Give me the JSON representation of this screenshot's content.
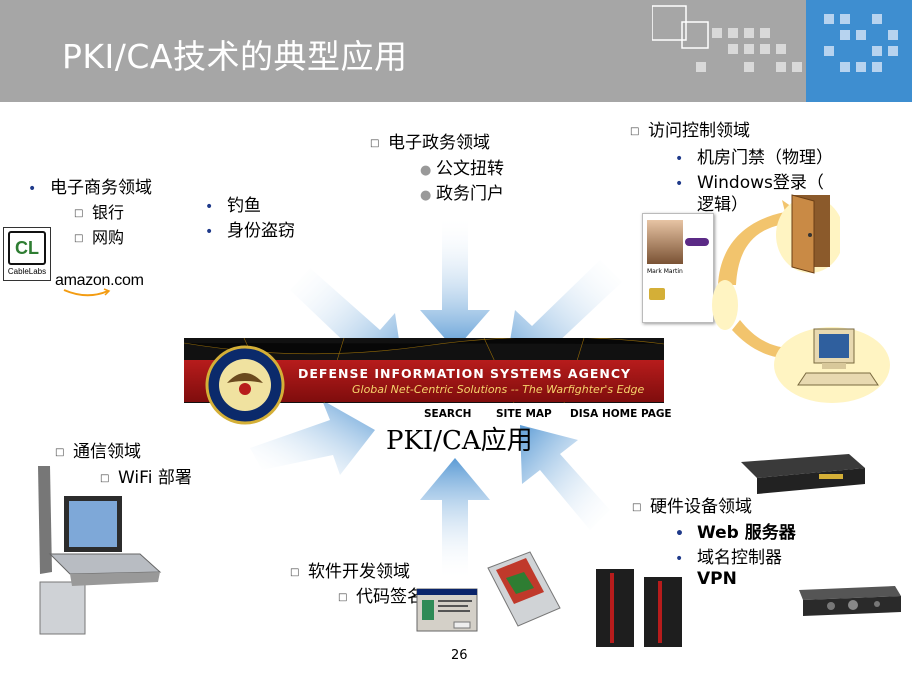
{
  "title": "PKI/CA技术的典型应用",
  "center_label": "PKI/CA应用",
  "page_number": "26",
  "egov": {
    "heading": "电子政务领域",
    "items": [
      "公文扭转",
      "政务门户"
    ]
  },
  "access": {
    "heading": "访问控制领域",
    "items": [
      "机房门禁（物理）",
      "Windows登录（",
      "逻辑）"
    ]
  },
  "ecommerce": {
    "heading": "电子商务领域",
    "items": [
      "银行",
      "网购"
    ]
  },
  "threats": {
    "items": [
      "钓鱼",
      "身份盗窃"
    ]
  },
  "telecom": {
    "heading": "通信领域",
    "items": [
      "WiFi 部署"
    ]
  },
  "software": {
    "heading": "软件开发领域",
    "items": [
      "代码签名"
    ]
  },
  "hardware": {
    "heading": "硬件设备领域",
    "items": [
      "Web 服务器",
      "域名控制器",
      "VPN"
    ]
  },
  "banner": {
    "title": "DEFENSE INFORMATION SYSTEMS AGENCY",
    "subtitle": "Global Net-Centric Solutions -- The Warfighter's Edge",
    "nav": [
      "SEARCH",
      "SITE MAP",
      "DISA HOME PAGE"
    ]
  },
  "logos": {
    "cablelabs_mark": "CL",
    "cablelabs_name": "CableLabs",
    "amazon": "amazon.com"
  },
  "id_card": {
    "name": "Mark Martin"
  },
  "colors": {
    "header_bg": "#a6a6a6",
    "arrow": "#6fa8dc",
    "banner_red": "#b71c1c",
    "bullet": "#1f3a8a"
  }
}
